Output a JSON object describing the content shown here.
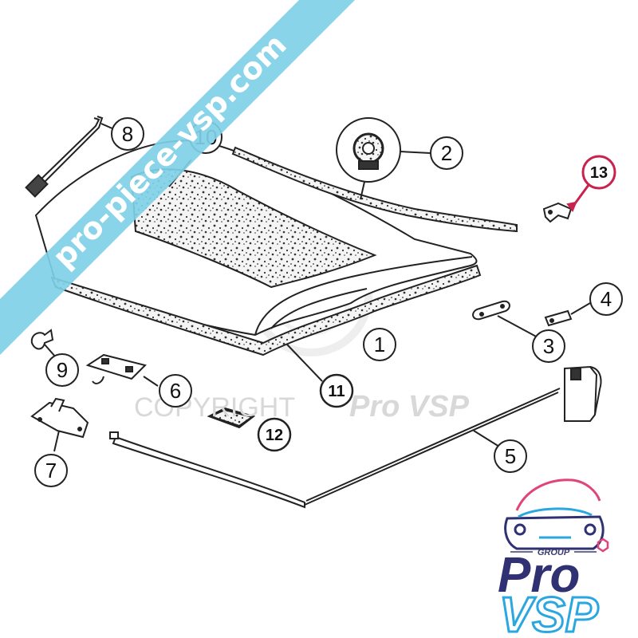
{
  "watermark": {
    "banner_text": "pro-piece-vsp.com",
    "copyright_prefix": "COPYRIGHT",
    "copyright_brand": "Pro VSP"
  },
  "logo": {
    "group_label": "GROUP",
    "line1": "Pro",
    "line2": "VSP"
  },
  "callouts": [
    {
      "label": "1",
      "style": "circle"
    },
    {
      "label": "2",
      "style": "circle"
    },
    {
      "label": "3",
      "style": "circle"
    },
    {
      "label": "4",
      "style": "circle"
    },
    {
      "label": "5",
      "style": "circle"
    },
    {
      "label": "6",
      "style": "circle"
    },
    {
      "label": "7",
      "style": "circle"
    },
    {
      "label": "8",
      "style": "circle"
    },
    {
      "label": "9",
      "style": "circle"
    },
    {
      "label": "10",
      "style": "circle"
    },
    {
      "label": "11",
      "style": "bold-circle"
    },
    {
      "label": "12",
      "style": "bold-circle"
    },
    {
      "label": "13",
      "style": "highlight-circle"
    }
  ],
  "colors": {
    "banner": "#7fd0e6",
    "highlight": "#c8234f",
    "logo_navy": "#2f3172",
    "logo_cyan": "#2aa6e0",
    "logo_pink": "#e0447a"
  }
}
